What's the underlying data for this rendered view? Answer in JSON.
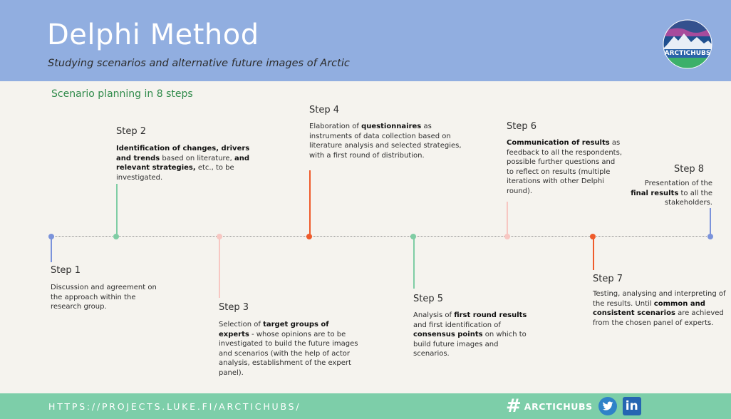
{
  "header": {
    "title": "Delphi Method",
    "subtitle": "Studying scenarios and alternative future images of Arctic",
    "logo_text": "ARCTICHUBS"
  },
  "section_title": "Scenario planning in 8 steps",
  "colors": {
    "blue": "#7b93db",
    "green": "#7fcda4",
    "pink": "#f7c7c2",
    "orange": "#ef5b2b",
    "header_bg": "#91aee0",
    "footer_bg": "#7dcea9"
  },
  "steps": [
    {
      "label": "Step 1",
      "text": "Discussion and agreement on the approach within the research group."
    },
    {
      "label": "Step 2",
      "parts": [
        {
          "bold": true,
          "t": "Identification of changes, drivers and trends"
        },
        {
          "bold": false,
          "t": " based on literature, "
        },
        {
          "bold": true,
          "t": "and relevant strategies,"
        },
        {
          "bold": false,
          "t": " etc., to be investigated."
        }
      ]
    },
    {
      "label": "Step 3",
      "parts": [
        {
          "bold": false,
          "t": "Selection of "
        },
        {
          "bold": true,
          "t": "target groups of experts"
        },
        {
          "bold": false,
          "t": " - whose opinions are to be investigated to build the  future images and scenarios (with the help of actor analysis, establishment of the expert panel)."
        }
      ]
    },
    {
      "label": "Step 4",
      "parts": [
        {
          "bold": false,
          "t": "Elaboration of "
        },
        {
          "bold": true,
          "t": "questionnaires"
        },
        {
          "bold": false,
          "t": " as instruments of data collection based on literature analysis and selected strategies, with a first round of distribution."
        }
      ]
    },
    {
      "label": "Step 5",
      "parts": [
        {
          "bold": false,
          "t": "Analysis of "
        },
        {
          "bold": true,
          "t": "first round results"
        },
        {
          "bold": false,
          "t": " and first identification of "
        },
        {
          "bold": true,
          "t": "consensus points"
        },
        {
          "bold": false,
          "t": " on which to build future images and scenarios."
        }
      ]
    },
    {
      "label": "Step 6",
      "parts": [
        {
          "bold": true,
          "t": "Communication of results"
        },
        {
          "bold": false,
          "t": " as feedback to all the respondents, possible further questions and to reflect on results (multiple iterations with other Delphi round)."
        }
      ]
    },
    {
      "label": "Step 7",
      "parts": [
        {
          "bold": false,
          "t": "Testing, analysing and interpreting of the results. Until "
        },
        {
          "bold": true,
          "t": "common and consistent scenarios"
        },
        {
          "bold": false,
          "t": " are achieved from the chosen panel of experts."
        }
      ]
    },
    {
      "label": "Step 8",
      "parts": [
        {
          "bold": false,
          "t": "Presentation of the "
        },
        {
          "bold": true,
          "t": "final results"
        },
        {
          "bold": false,
          "t": " to all the stakeholders."
        }
      ]
    }
  ],
  "footer": {
    "url": "HTTPS://PROJECTS.LUKE.FI/ARCTICHUBS/",
    "hashtag": "ARCTICHUBS",
    "linkedin": "in"
  }
}
